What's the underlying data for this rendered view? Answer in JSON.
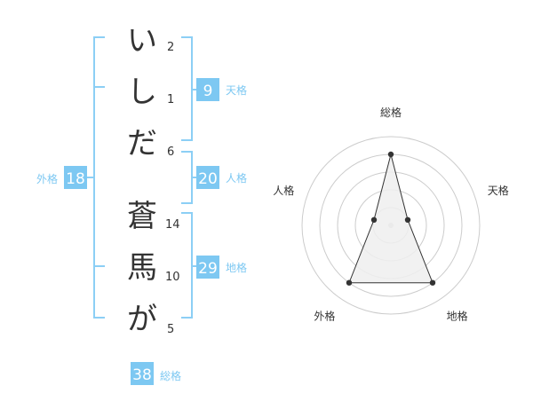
{
  "colors": {
    "accent": "#7dc8f2",
    "text": "#333333",
    "grid": "#cccccc",
    "radar_fill": "#eeeeee",
    "radar_stroke": "#333333"
  },
  "name": {
    "characters": [
      {
        "char": "い",
        "strokes": "2"
      },
      {
        "char": "し",
        "strokes": "1"
      },
      {
        "char": "だ",
        "strokes": "6"
      },
      {
        "char": "蒼",
        "strokes": "14"
      },
      {
        "char": "馬",
        "strokes": "10"
      },
      {
        "char": "が",
        "strokes": "5"
      }
    ]
  },
  "fortunes": {
    "tenkaku": {
      "value": "9",
      "label": "天格"
    },
    "jinkaku": {
      "value": "20",
      "label": "人格"
    },
    "chikaku": {
      "value": "29",
      "label": "地格"
    },
    "gaikaku": {
      "value": "18",
      "label": "外格"
    },
    "soukaku": {
      "value": "38",
      "label": "総格"
    }
  },
  "chart_data": {
    "type": "radar",
    "axes": [
      "総格",
      "天格",
      "地格",
      "外格",
      "人格"
    ],
    "values": [
      4,
      1,
      4,
      4,
      1
    ],
    "rmax": 5,
    "rings": 5,
    "grid": true
  }
}
